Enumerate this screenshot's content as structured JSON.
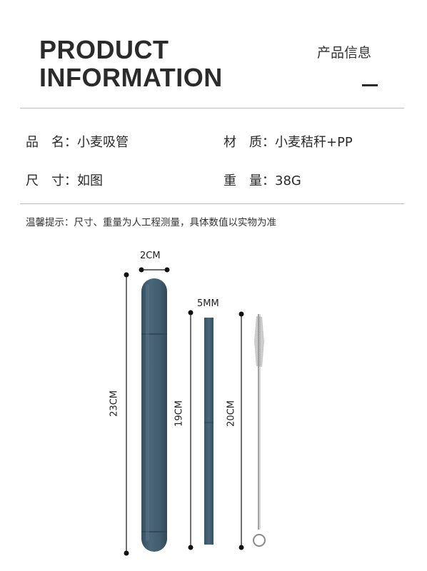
{
  "header": {
    "title_line1": "PRODUCT",
    "title_line2": "INFORMATION",
    "subtitle_cn": "产品信息"
  },
  "specs": [
    {
      "label": "品　名：",
      "value": "小麦吸管"
    },
    {
      "label": "材　质：",
      "value": "小麦秸秆+PP"
    },
    {
      "label": "尺　寸：",
      "value": "如图"
    },
    {
      "label": "重　量：",
      "value": "38G"
    }
  ],
  "note": "温馨提示：尺寸、重量为人工程测量，具体数值以实物为准",
  "dimensions": {
    "case_width": "2CM",
    "case_length": "23CM",
    "straw_diameter": "5MM",
    "straw_length": "19CM",
    "brush_length": "20CM"
  },
  "colors": {
    "product": "#3f5a6c",
    "product_highlight": "#566f80",
    "dim_line": "#111111"
  }
}
